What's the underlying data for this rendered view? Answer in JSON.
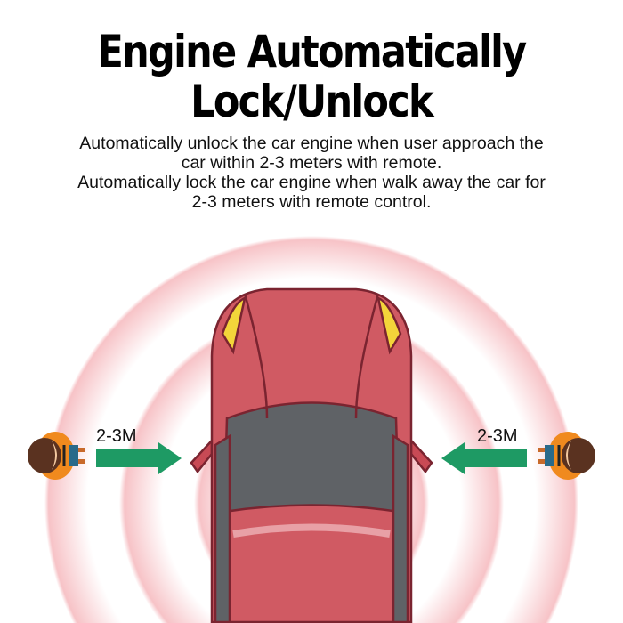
{
  "title_line1": "Engine Automatically",
  "title_line2": "Lock/Unlock",
  "description": [
    "Automatically unlock the car engine when user approach the",
    "car within 2-3 meters with remote.",
    "Automatically lock the car engine when walk away the car for",
    "2-3 meters with remote control."
  ],
  "left_distance_label": "2-3M",
  "right_distance_label": "2-3M",
  "colors": {
    "arrow": "#1e9a64",
    "car": "#d05a63",
    "ring": "#f4b6bb",
    "person_shirt": "#f08a1e"
  }
}
